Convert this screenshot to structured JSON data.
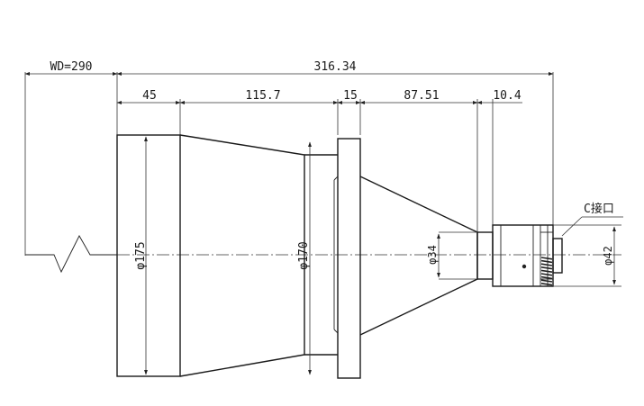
{
  "dimensions": {
    "working_distance": "WD=290",
    "total_length": "316.34",
    "seg_1": "45",
    "seg_2": "115.7",
    "seg_3": "15",
    "seg_4": "87.51",
    "seg_5": "10.4",
    "dia_front": "φ175",
    "dia_flange": "φ170",
    "dia_neck": "φ34",
    "dia_mount": "φ42"
  },
  "labels": {
    "mount": "C接口"
  }
}
